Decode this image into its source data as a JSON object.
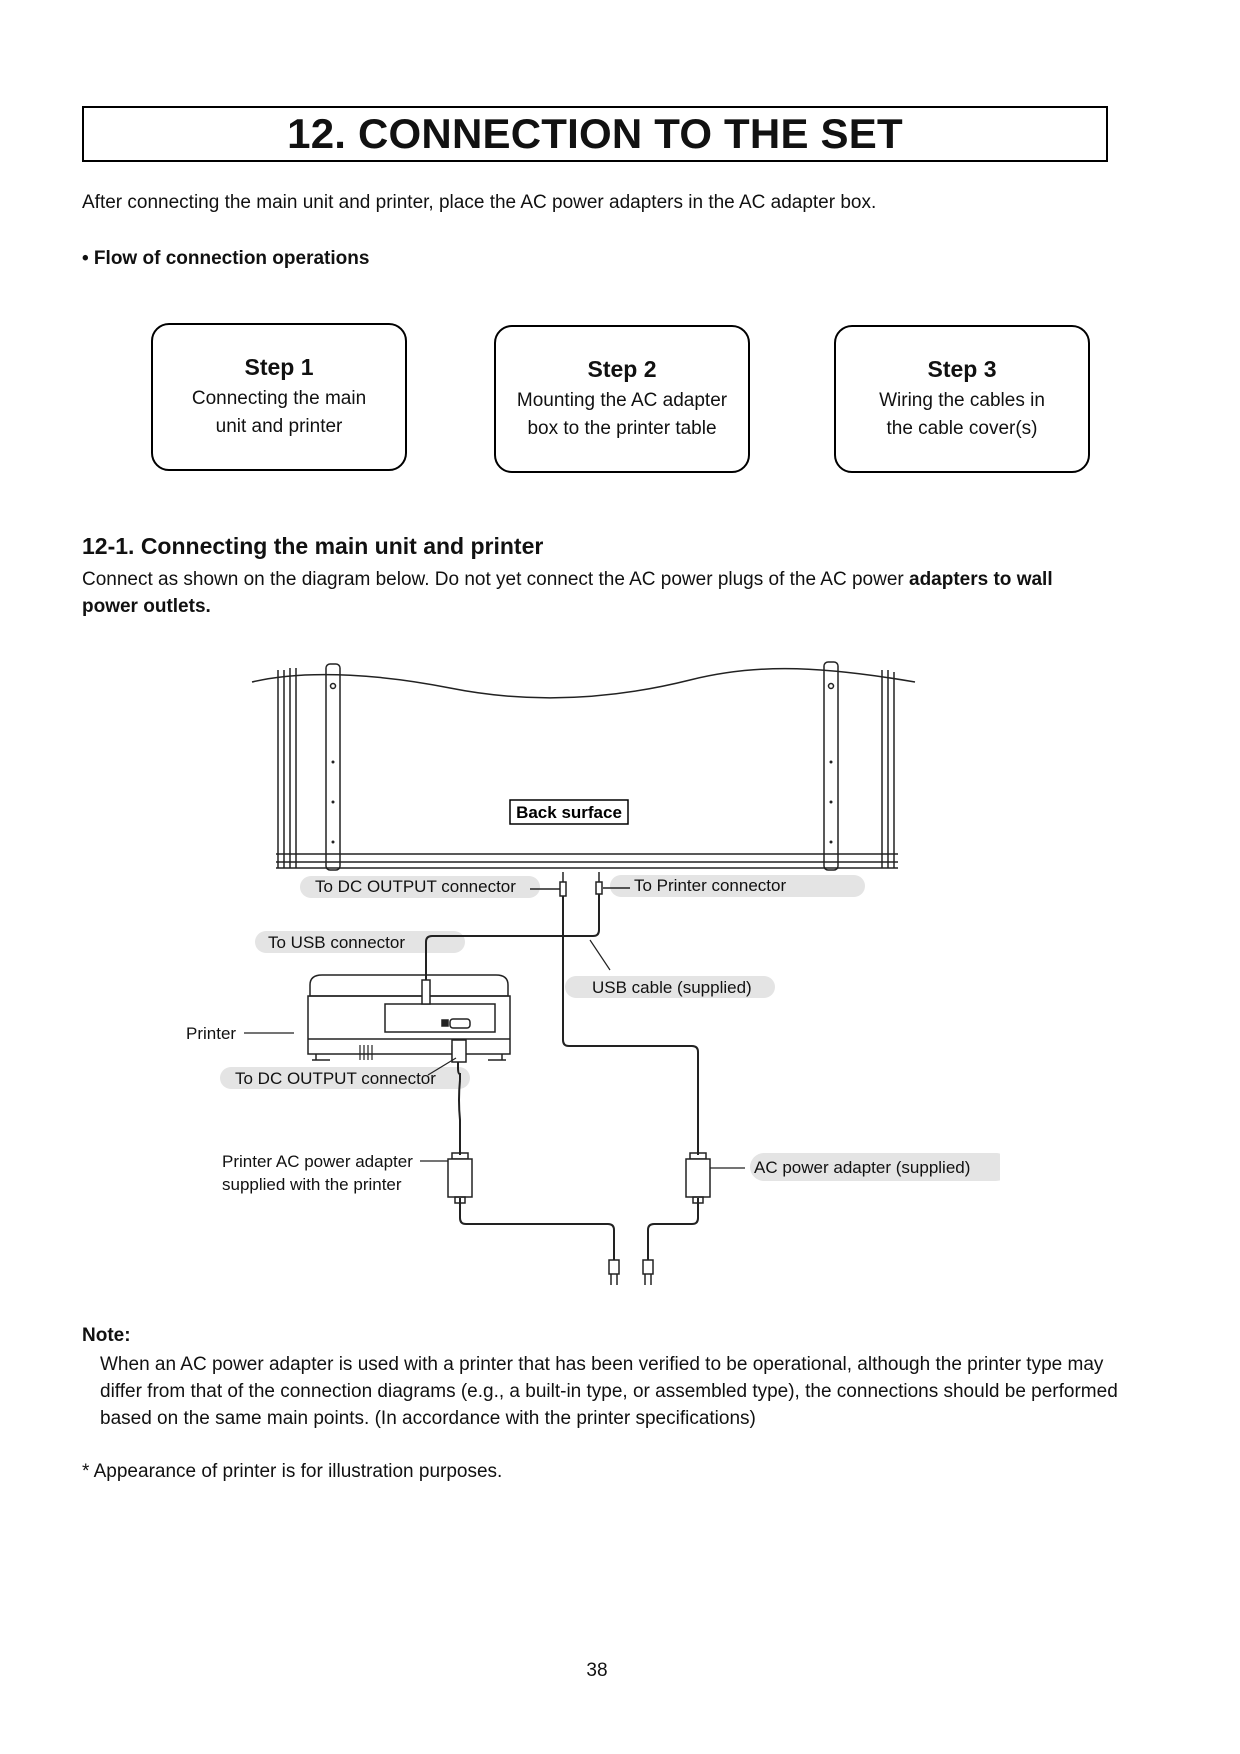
{
  "title": "12. CONNECTION TO THE SET",
  "intro": "After connecting the main unit and printer, place the AC power adapters in the AC adapter box.",
  "flow_heading": "• Flow of connection operations",
  "steps": [
    {
      "title": "Step 1",
      "line1": "Connecting the main",
      "line2": "unit and printer"
    },
    {
      "title": "Step 2",
      "line1": "Mounting the AC adapter",
      "line2": "box to the printer table"
    },
    {
      "title": "Step 3",
      "line1": "Wiring the cables in",
      "line2": "the cable cover(s)"
    }
  ],
  "section": {
    "heading": "12-1. Connecting the main unit and printer",
    "text_normal": "Connect as shown on the diagram below. Do not yet connect the AC power plugs of the AC power ",
    "text_bold": "adapters to wall power outlets."
  },
  "diagram": {
    "back_surface": "Back surface",
    "dc_output_main": "To DC OUTPUT connector",
    "printer_connector": "To Printer connector",
    "usb_connector": "To USB connector",
    "usb_cable": "USB cable (supplied)",
    "printer": "Printer",
    "dc_output_printer": "To DC OUTPUT connector",
    "printer_adapter_1": "Printer AC power adapter",
    "printer_adapter_2": "supplied with the printer",
    "ac_adapter": "AC power adapter (supplied)"
  },
  "note": {
    "heading": "Note:",
    "text": "When an AC power adapter is used with a printer that has been verified to be operational, although the printer type may differ from that of the connection diagrams (e.g., a built-in type, or assembled type), the connections should be performed based on the same main points. (In accordance with the printer specifications)"
  },
  "footnote": "* Appearance of printer is for illustration purposes.",
  "page_number": "38"
}
